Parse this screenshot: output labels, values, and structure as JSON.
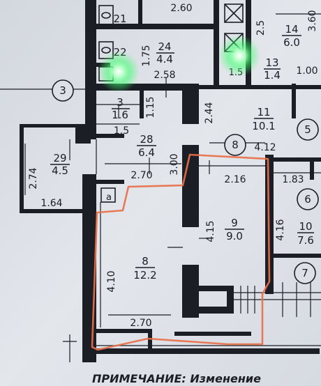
{
  "rooms": [
    {
      "id": "21",
      "area": ""
    },
    {
      "id": "22",
      "area": ""
    },
    {
      "id": "24",
      "area": "4.4"
    },
    {
      "id": "13",
      "area": "1.4"
    },
    {
      "id": "14",
      "area": "6.0"
    },
    {
      "id": "3",
      "area": "1.6"
    },
    {
      "id": "11",
      "area": "10.1"
    },
    {
      "id": "28",
      "area": "6.4"
    },
    {
      "id": "29",
      "area": "4.5"
    },
    {
      "id": "8",
      "area": "12.2"
    },
    {
      "id": "9",
      "area": "9.0"
    },
    {
      "id": "10",
      "area": "7.6"
    }
  ],
  "room_small_a": "a",
  "room_partial_15": "1.5",
  "dimensions": {
    "top_2_60": "2.60",
    "top_2_5": "2.5",
    "right_3_60": "3.60",
    "d_1_75": "1.75",
    "d_2_58": "2.58",
    "d_1_00": "1.00",
    "d_1_15": "1.15",
    "d_2_44": "2.44",
    "d_1_5": "1.5",
    "d_4_12": "4.12",
    "d_2_74": "2.74",
    "d_1_64": "1.64",
    "d_2_70_top": "2.70",
    "d_3_00": "3.00",
    "d_2_16": "2.16",
    "d_1_83": "1.83",
    "d_4_15": "4.15",
    "d_4_16": "4.16",
    "d_4_10": "4.10",
    "d_2_70_bottom": "2.70"
  },
  "axes": [
    "3",
    "8",
    "5",
    "6",
    "7"
  ],
  "note": "ПРИМЕЧАНИЕ:  Изменение",
  "colors": {
    "highlight": "#e8704a",
    "light": "#3cff6e",
    "wall": "#1b1e24",
    "paper": "#dfe2e8"
  }
}
